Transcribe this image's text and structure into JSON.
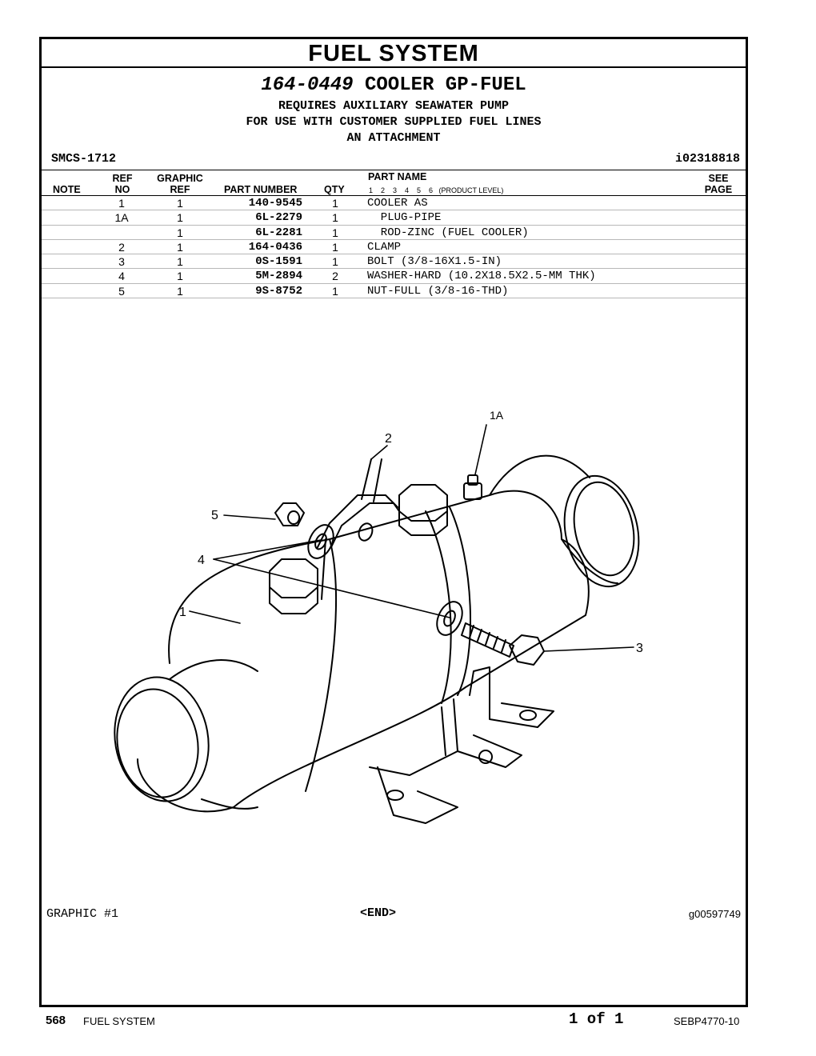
{
  "section_title": "FUEL SYSTEM",
  "group": {
    "number": "164-0449",
    "name": "COOLER GP-FUEL",
    "notes": [
      "REQUIRES AUXILIARY SEAWATER PUMP",
      "FOR USE WITH CUSTOMER SUPPLIED FUEL LINES",
      "AN ATTACHMENT"
    ]
  },
  "smcs": "SMCS-1712",
  "illustration_id": "i02318818",
  "table": {
    "headers": {
      "note": "NOTE",
      "ref_top": "REF",
      "ref_bottom": "NO",
      "graphic_top": "GRAPHIC",
      "graphic_bottom": "REF",
      "part_number": "PART NUMBER",
      "qty": "QTY",
      "part_name": "PART NAME",
      "levels": "1    2    3    4    5    6   (PRODUCT LEVEL)",
      "see_top": "SEE",
      "see_bottom": "PAGE"
    },
    "rows": [
      {
        "note": "",
        "ref": "1",
        "graphic_ref": "1",
        "part_number": "140-9545",
        "qty": "1",
        "part_name": "COOLER AS"
      },
      {
        "note": "",
        "ref": "1A",
        "graphic_ref": "1",
        "part_number": "6L-2279",
        "qty": "1",
        "part_name": "  PLUG-PIPE"
      },
      {
        "note": "",
        "ref": "",
        "graphic_ref": "1",
        "part_number": "6L-2281",
        "qty": "1",
        "part_name": "  ROD-ZINC (FUEL COOLER)"
      },
      {
        "note": "",
        "ref": "2",
        "graphic_ref": "1",
        "part_number": "164-0436",
        "qty": "1",
        "part_name": "CLAMP"
      },
      {
        "note": "",
        "ref": "3",
        "graphic_ref": "1",
        "part_number": "0S-1591",
        "qty": "1",
        "part_name": "BOLT (3/8-16X1.5-IN)"
      },
      {
        "note": "",
        "ref": "4",
        "graphic_ref": "1",
        "part_number": "5M-2894",
        "qty": "2",
        "part_name": "WASHER-HARD (10.2X18.5X2.5-MM THK)"
      },
      {
        "note": "",
        "ref": "5",
        "graphic_ref": "1",
        "part_number": "9S-8752",
        "qty": "1",
        "part_name": "NUT-FULL (3/8-16-THD)"
      }
    ]
  },
  "callouts": {
    "c1": "1",
    "c1a": "1A",
    "c2": "2",
    "c3": "3",
    "c4": "4",
    "c5": "5"
  },
  "graphic_label": "GRAPHIC #1",
  "end_marker": "<END>",
  "graphic_id": "g00597749",
  "footer": {
    "page_number": "568",
    "section": "FUEL SYSTEM",
    "pager": "1 of 1",
    "doc_id": "SEBP4770-10"
  }
}
